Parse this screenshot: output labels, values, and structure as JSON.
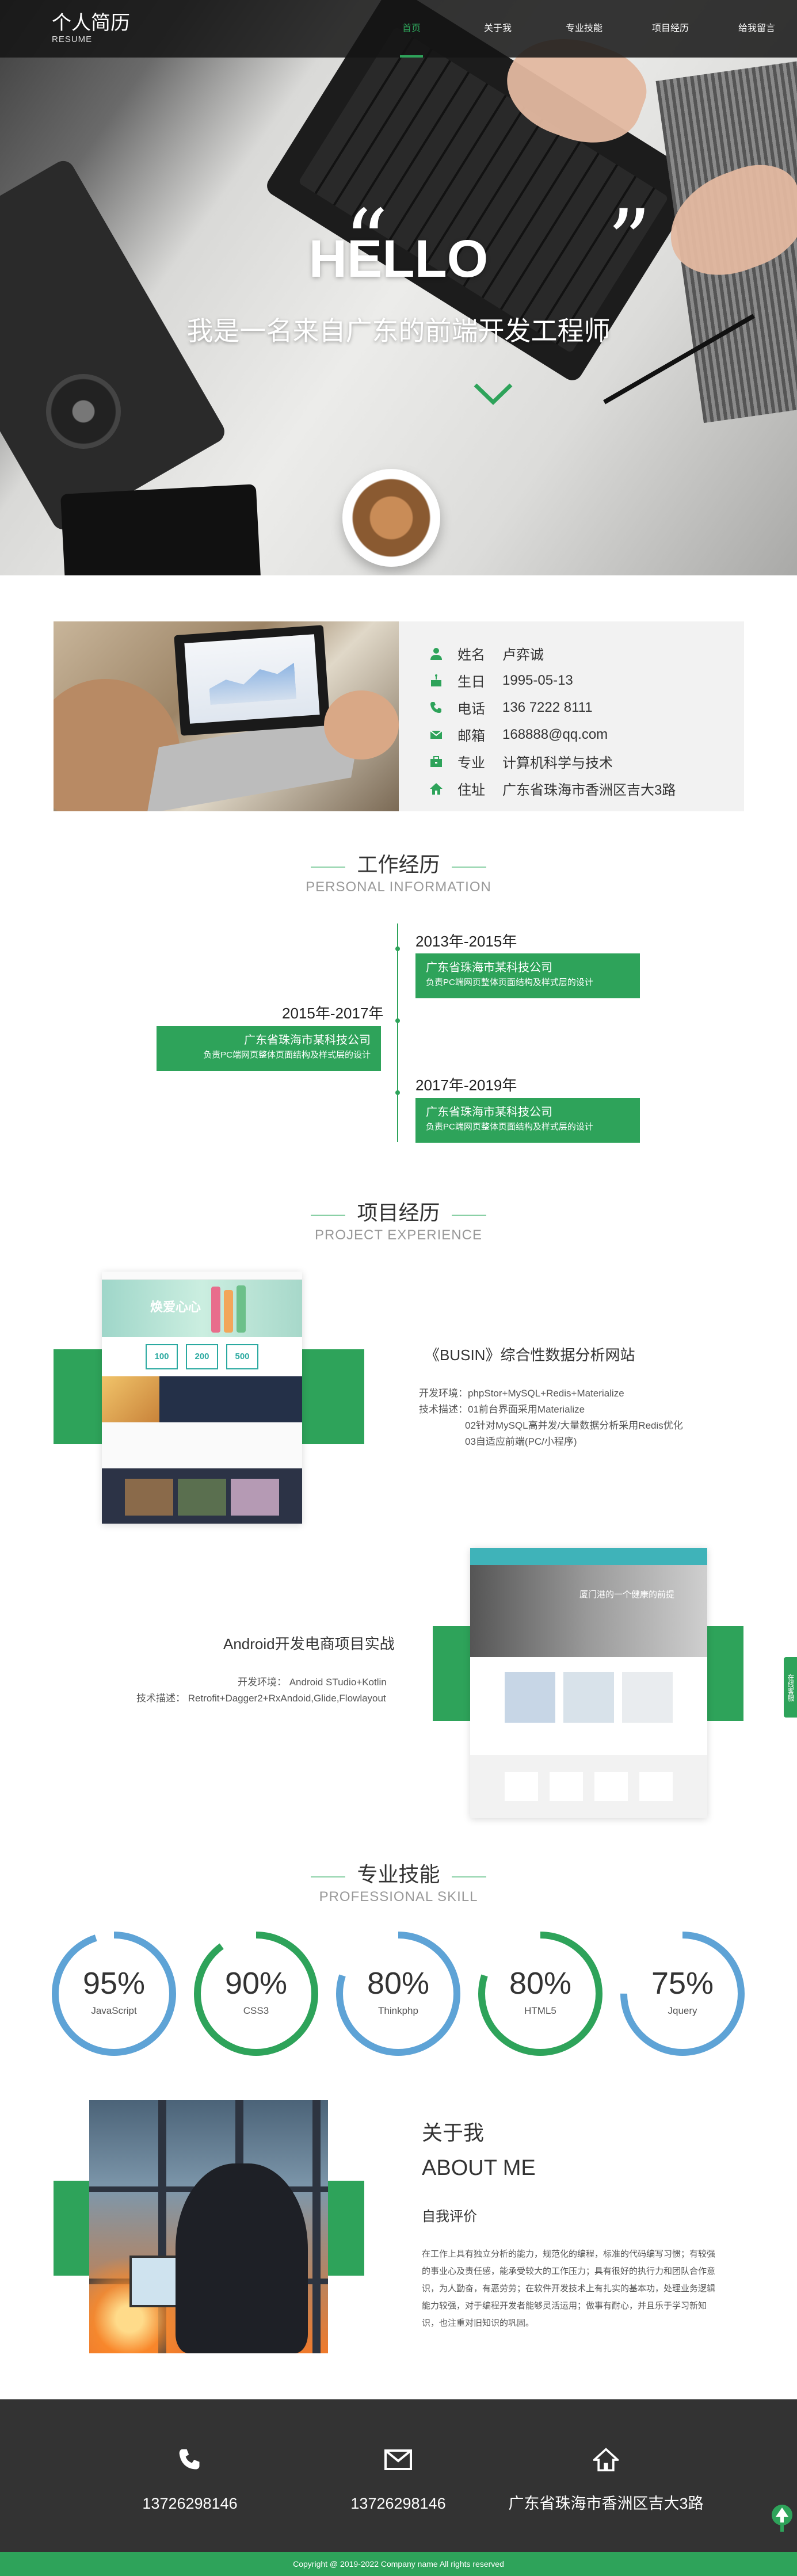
{
  "nav": {
    "brand_title": "个人简历",
    "brand_sub": "RESUME",
    "links": [
      "首页",
      "关于我",
      "专业技能",
      "项目经历",
      "给我留言"
    ]
  },
  "hero": {
    "title": "HELLO",
    "quote_open": "“",
    "quote_close": "”",
    "subtitle": "我是一名来自广东的前端开发工程师"
  },
  "info": {
    "rows": [
      {
        "icon": "user-icon",
        "label": "姓名",
        "value": "卢弈诚"
      },
      {
        "icon": "cake-icon",
        "label": "生日",
        "value": "1995-05-13"
      },
      {
        "icon": "phone-icon",
        "label": "电话",
        "value": "136 7222 8111"
      },
      {
        "icon": "mail-icon",
        "label": "邮箱",
        "value": "168888@qq.com"
      },
      {
        "icon": "briefcase-icon",
        "label": "专业",
        "value": "计算机科学与技术"
      },
      {
        "icon": "home-icon",
        "label": "住址",
        "value": "广东省珠海市香洲区吉大3路"
      }
    ]
  },
  "work": {
    "title": "工作经历",
    "subtitle": "PERSONAL INFORMATION",
    "items": [
      {
        "year": "2013年-2015年",
        "company": "广东省珠海市某科技公司",
        "desc": "负责PC端网页整体页面结构及样式层的设计"
      },
      {
        "year": "2015年-2017年",
        "company": "广东省珠海市某科技公司",
        "desc": "负责PC端网页整体页面结构及样式层的设计"
      },
      {
        "year": "2017年-2019年",
        "company": "广东省珠海市某科技公司",
        "desc": "负责PC端网页整体页面结构及样式层的设计"
      }
    ]
  },
  "projects": {
    "title": "项目经历",
    "subtitle": "PROJECT EXPERIENCE",
    "p1": {
      "name": "《BUSIN》综合性数据分析网站",
      "env": "开发环境：phpStor+MySQL+Redis+Materialize",
      "tech1": "技术描述：01前台界面采用Materialize",
      "tech2": "02针对MySQL高并发/大量数据分析采用Redis优化",
      "tech3": "03自适应前端(PC/小程序)",
      "shot_banner": "焕爱心心",
      "shot_prices": [
        "100",
        "200",
        "500"
      ]
    },
    "p2": {
      "name": "Android开发电商项目实战",
      "env": "开发环境： Android STudio+Kotlin",
      "tech": "技术描述： Retrofit+Dagger2+RxAndoid,Glide,Flowlayout",
      "shot_banner": "厦门港的一个健康的前提"
    }
  },
  "skills": {
    "title": "专业技能",
    "subtitle": "PROFESSIONAL SKILL",
    "items": [
      {
        "pct": "95%",
        "name": "JavaScript",
        "value": 95,
        "color": "#5ea3d6"
      },
      {
        "pct": "90%",
        "name": "CSS3",
        "value": 90,
        "color": "#2ea35a"
      },
      {
        "pct": "80%",
        "name": "Thinkphp",
        "value": 80,
        "color": "#5ea3d6"
      },
      {
        "pct": "80%",
        "name": "HTML5",
        "value": 80,
        "color": "#2ea35a"
      },
      {
        "pct": "75%",
        "name": "Jquery",
        "value": 75,
        "color": "#5ea3d6"
      }
    ]
  },
  "about": {
    "title": "关于我",
    "title_en": "ABOUT ME",
    "subtitle": "自我评价",
    "paragraph": "在工作上具有独立分析的能力，规范化的编程，标准的代码编写习惯；有较强的事业心及责任感，能承受较大的工作压力；具有很好的执行力和团队合作意识，为人勤奋，有恶劳劳；在软件开发技术上有扎实的基本功，处理业务逻辑能力较强，对于编程开发者能够灵活运用；做事有耐心，并且乐于学习新知识，也注重对旧知识的巩固。"
  },
  "footer": {
    "phone1": "13726298146",
    "phone2": "13726298146",
    "address": "广东省珠海市香洲区吉大3路",
    "copyright": "Copyright @ 2019-2022 Company name All rights reserved"
  },
  "side_tab": "在线客服",
  "colors": {
    "accent": "#2ea35a",
    "footer_bg": "#333333",
    "skill_blue": "#5ea3d6"
  }
}
